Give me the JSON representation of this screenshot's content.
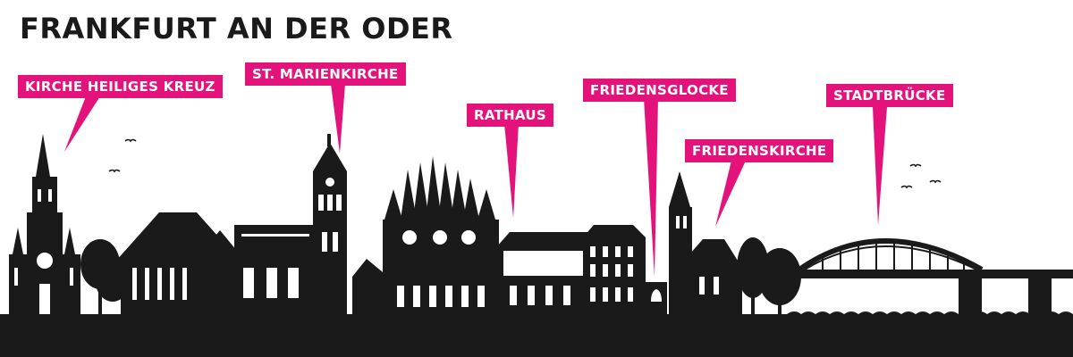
{
  "title": "FRANKFURT AN DER ODER",
  "colors": {
    "accent": "#e4137c",
    "silhouette": "#1a1a1a",
    "background": "#ffffff"
  },
  "landmarks": [
    {
      "label": "KIRCHE HEILIGES KREUZ"
    },
    {
      "label": "ST. MARIENKIRCHE"
    },
    {
      "label": "RATHAUS"
    },
    {
      "label": "FRIEDENSGLOCKE"
    },
    {
      "label": "FRIEDENSKIRCHE"
    },
    {
      "label": "STADTBRÜCKE"
    }
  ]
}
